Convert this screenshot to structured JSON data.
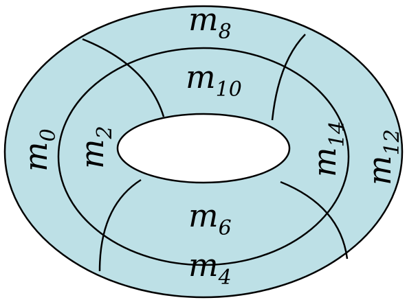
{
  "diagram": {
    "fill_color": "#bde0e6",
    "stroke_color": "#000000",
    "background": "#ffffff",
    "regions": [
      {
        "id": "m0",
        "base": "m",
        "sub": "0"
      },
      {
        "id": "m2",
        "base": "m",
        "sub": "2"
      },
      {
        "id": "m4",
        "base": "m",
        "sub": "4"
      },
      {
        "id": "m6",
        "base": "m",
        "sub": "6"
      },
      {
        "id": "m8",
        "base": "m",
        "sub": "8"
      },
      {
        "id": "m10",
        "base": "m",
        "sub": "10"
      },
      {
        "id": "m12",
        "base": "m",
        "sub": "12"
      },
      {
        "id": "m14",
        "base": "m",
        "sub": "14"
      }
    ]
  }
}
